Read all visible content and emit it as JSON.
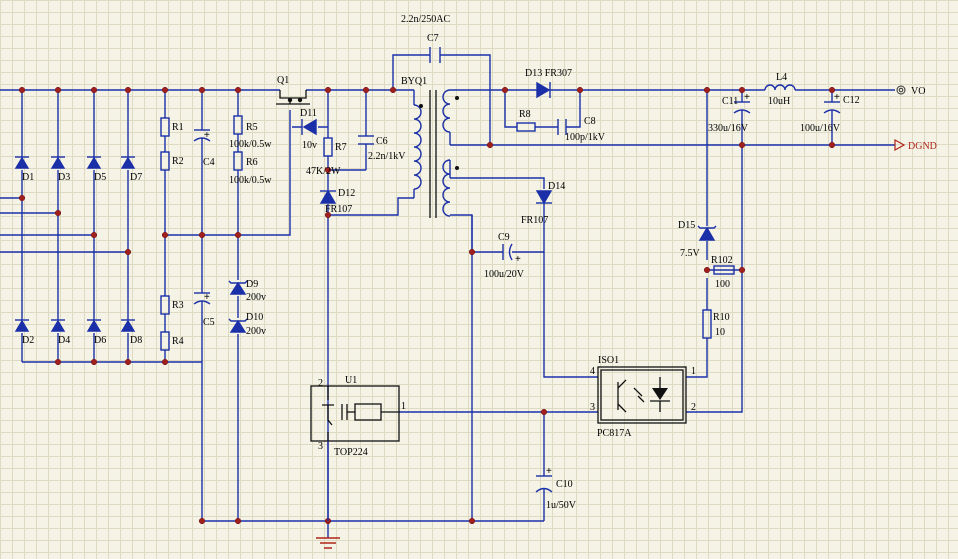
{
  "labels": {
    "q1": "Q1",
    "byq1": "BYQ1",
    "c7": "C7",
    "c7_value": "2.2n/250AC",
    "d13": "D13 FR307",
    "l4": "L4",
    "l4_value": "10uH",
    "c11": "C11",
    "c11_value": "330u/16V",
    "c12": "C12",
    "c12_value": "100u/16V",
    "vo": "VO",
    "dgnd": "DGND",
    "r8": "R8",
    "c8": "C8",
    "c8_value": "100p/1kV",
    "d11": "D11",
    "d11_value": "10v",
    "r7": "R7",
    "r7_value": "47K/2W",
    "c6": "C6",
    "c6_value": "2.2n/1kV",
    "d12": "D12",
    "d12_value": "FR107",
    "d14": "D14",
    "d14_value": "FR107",
    "c9": "C9",
    "c9_value": "100u/20V",
    "d15": "D15",
    "d15_value": "7.5V",
    "r102": "R102",
    "r102_value": "100",
    "r10": "R10",
    "r10_value": "10",
    "r1": "R1",
    "r2": "R2",
    "r3": "R3",
    "r4": "R4",
    "c4": "C4",
    "c5": "C5",
    "r5": "R5",
    "r5_value": "100k/0.5w",
    "r6": "R6",
    "r6_value": "100k/0.5w",
    "d9": "D9",
    "d9_value": "200v",
    "d10": "D10",
    "d10_value": "200v",
    "d1": "D1",
    "d2": "D2",
    "d3": "D3",
    "d4": "D4",
    "d5": "D5",
    "d6": "D6",
    "d7": "D7",
    "d8": "D8",
    "u1": "U1",
    "u1_part": "TOP224",
    "u1_pin1": "1",
    "u1_pin2": "2",
    "u1_pin3": "3",
    "iso1": "ISO1",
    "iso1_part": "PC817A",
    "iso_pin1": "1",
    "iso_pin2": "2",
    "iso_pin3": "3",
    "iso_pin4": "4",
    "c10": "C10",
    "c10_value": "1u/50V",
    "plus": "+"
  },
  "colors": {
    "wire": "#1b2fa8",
    "junction": "#a02020",
    "component": "#111111",
    "ground": "#b02418",
    "grid_bg": "#f4f3e6",
    "grid_line": "#ddd9c2"
  },
  "icons": {
    "vo_terminal": "double-circle-terminal",
    "dgnd_port": "triangle-port",
    "ground": "ground-symbol"
  }
}
